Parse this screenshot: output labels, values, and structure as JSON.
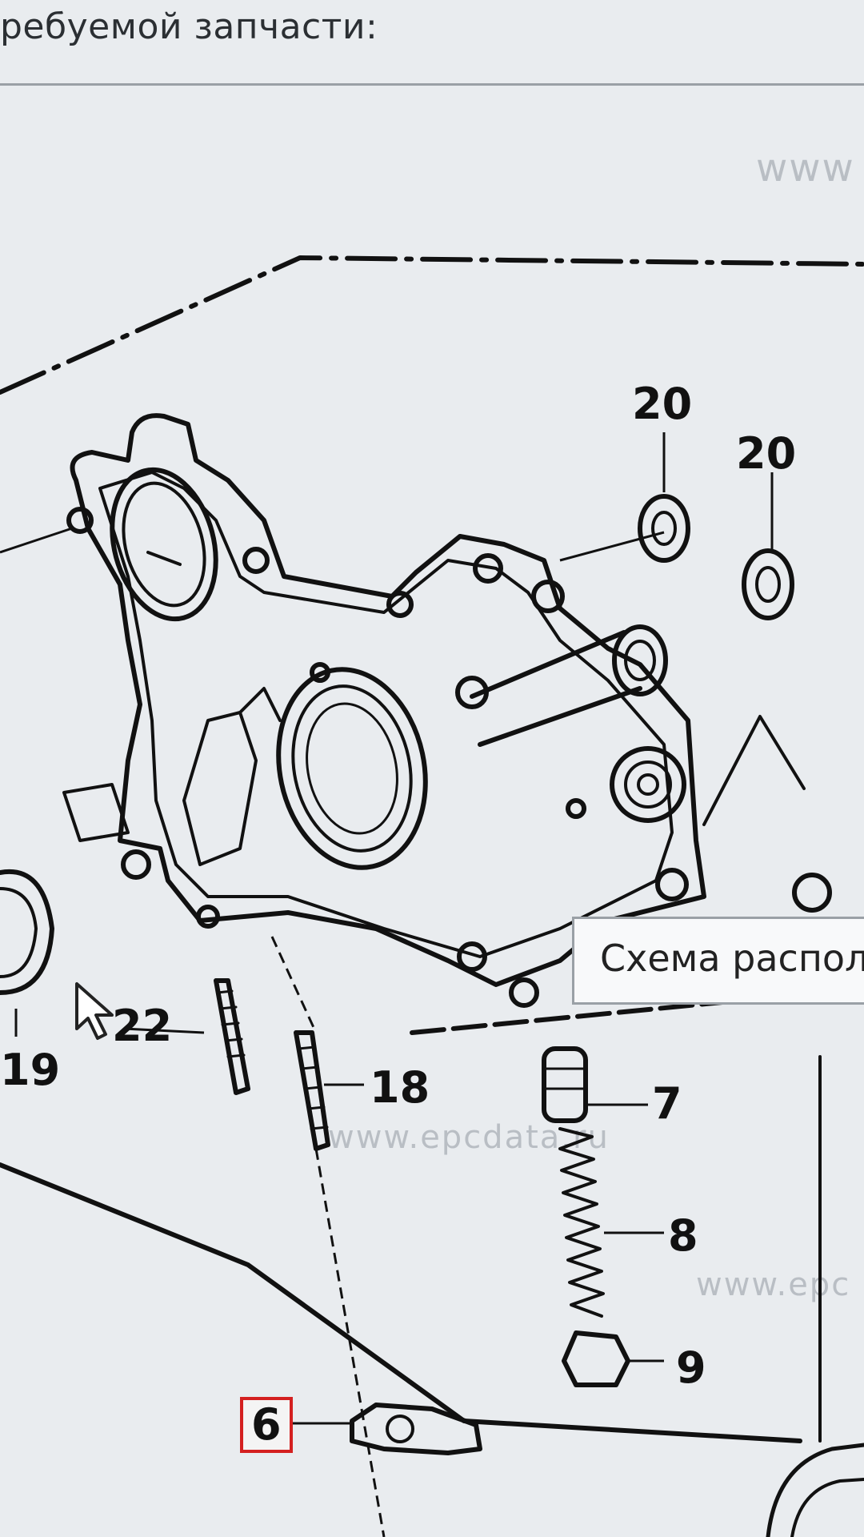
{
  "header": {
    "text": "ребуемой запчасти:"
  },
  "watermarks": [
    "www",
    "www.epcdata.ru",
    "www.epc"
  ],
  "tooltip": {
    "text": "Схема распол"
  },
  "callouts": {
    "c20a": "20",
    "c20b": "20",
    "c22": "22",
    "c19": "19",
    "c18": "18",
    "c7": "7",
    "c8": "8",
    "c9": "9",
    "c6": "6"
  },
  "colors": {
    "highlight_border": "#d42020",
    "ink": "#111111",
    "background": "#e9ecef"
  },
  "icons": {
    "cursor": "arrow-cursor-icon"
  }
}
